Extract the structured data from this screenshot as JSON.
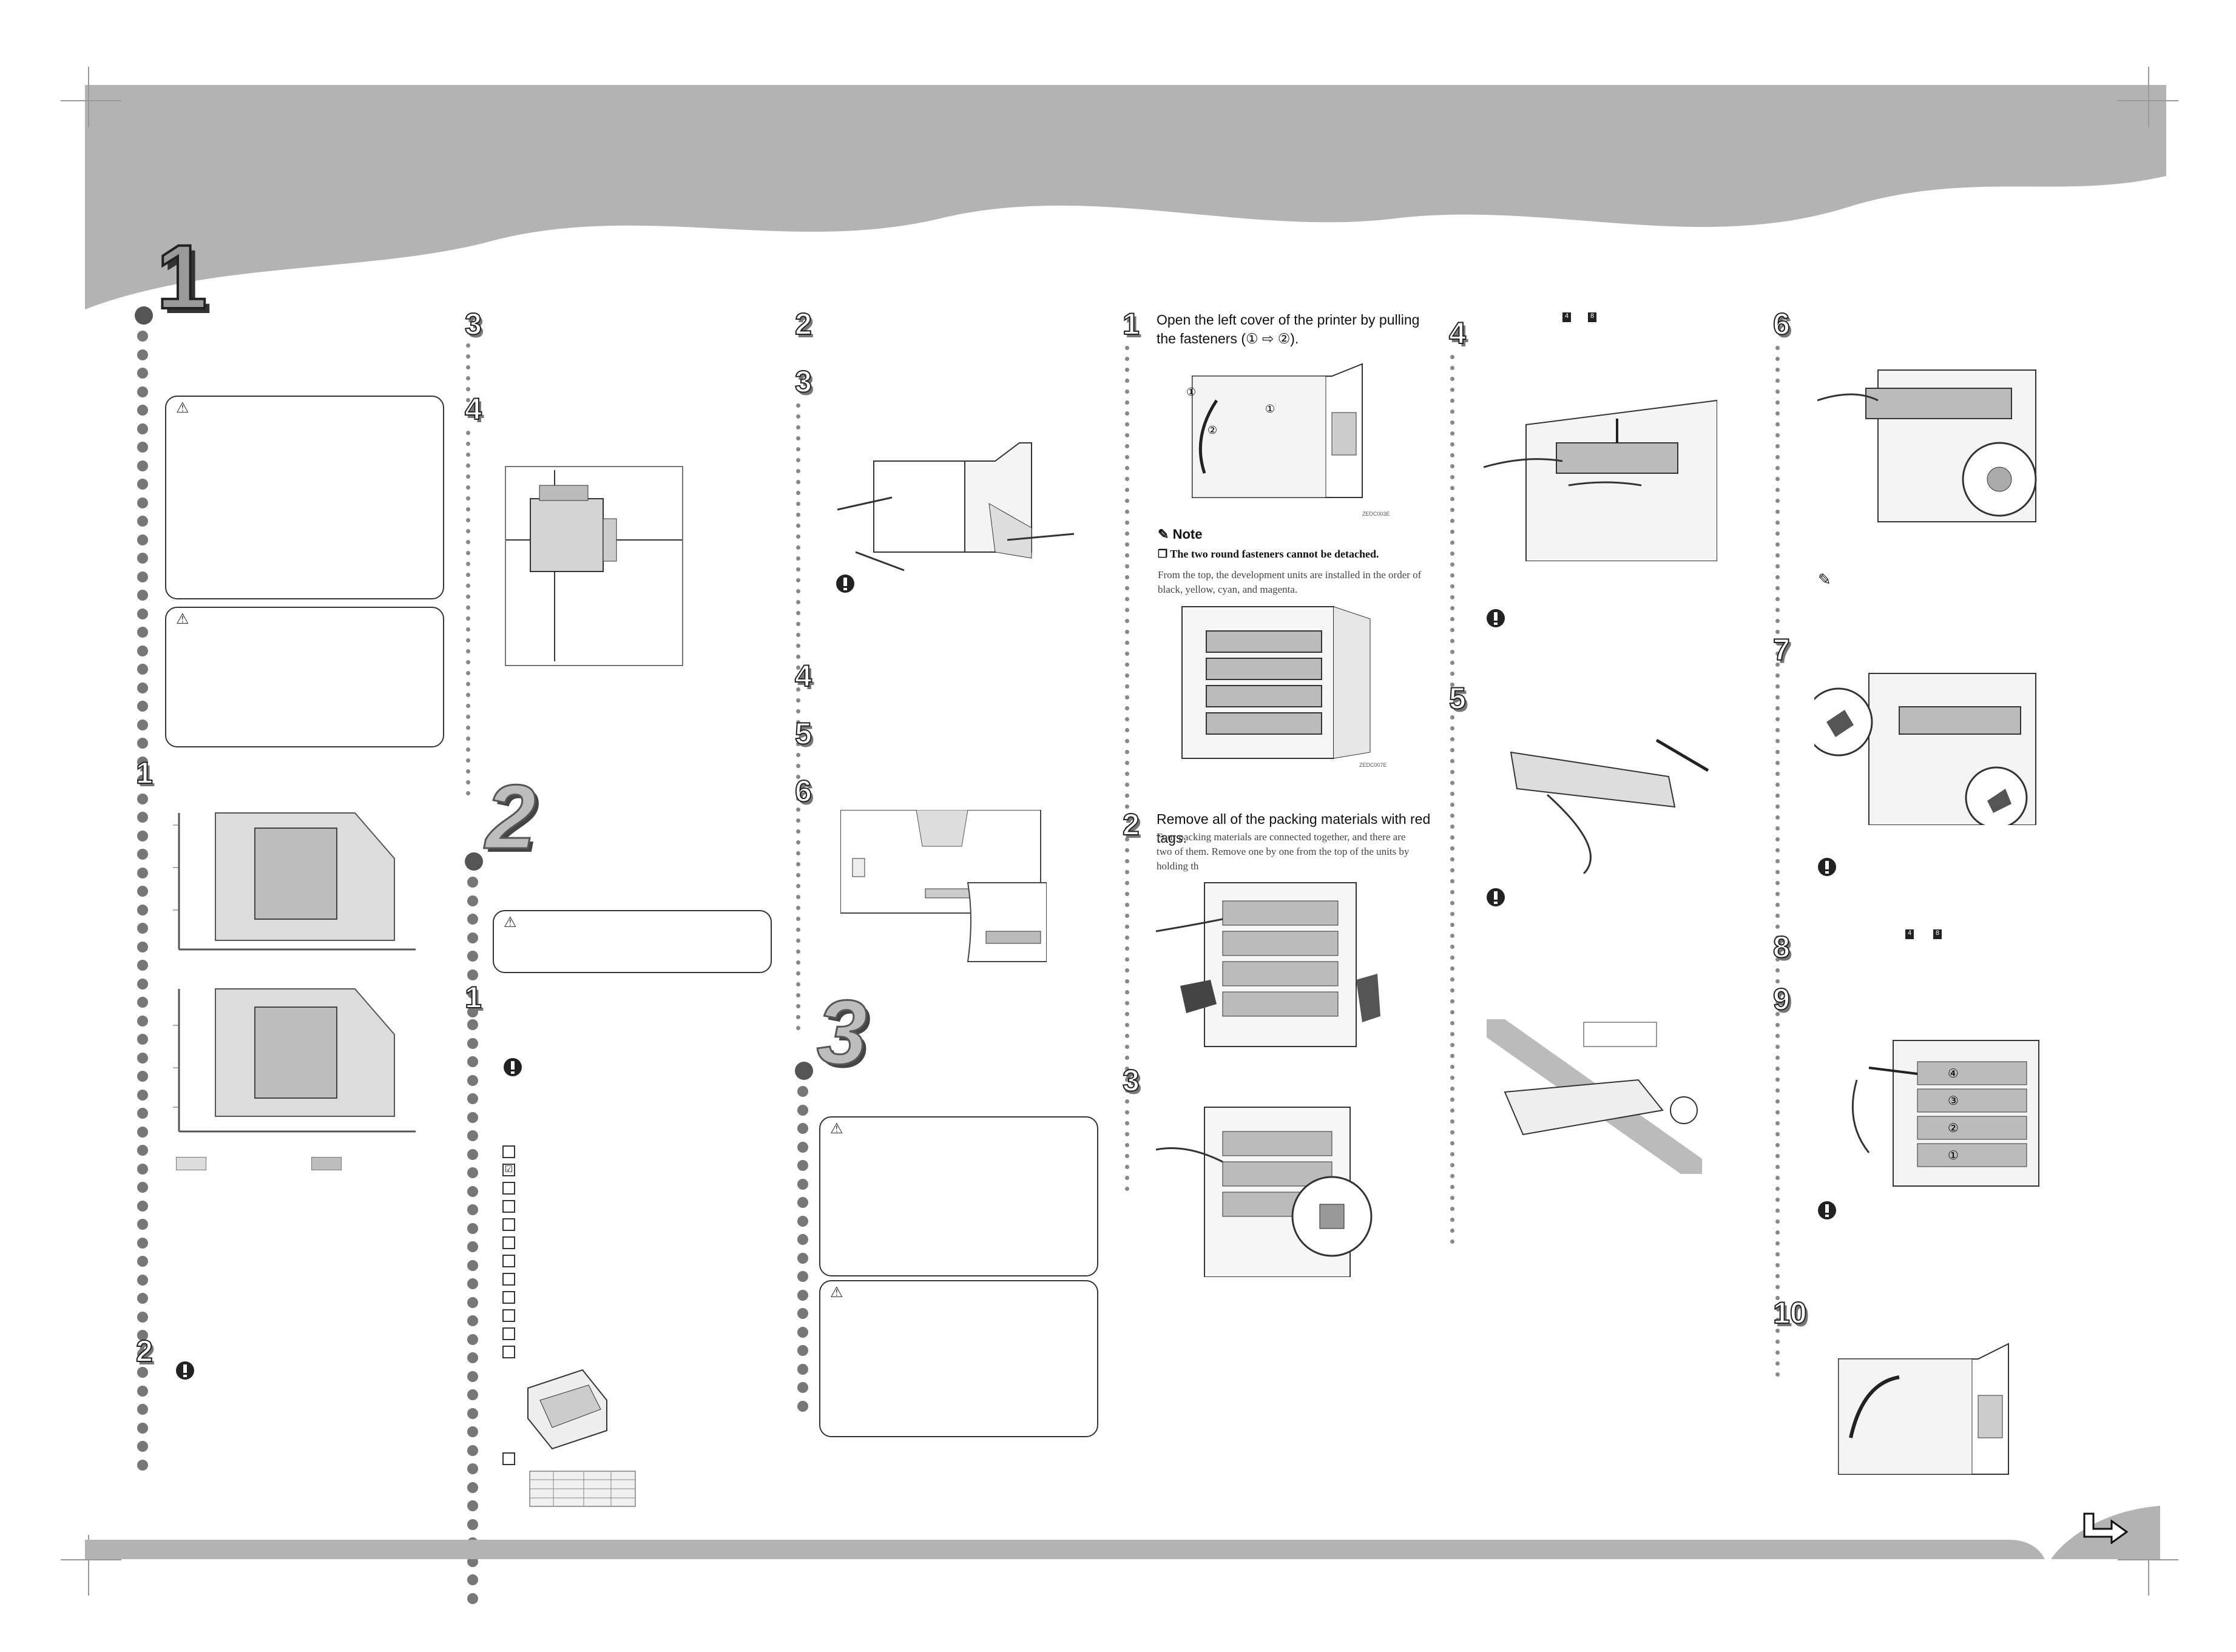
{
  "header": {
    "chapter_number": "1",
    "band_color": "#b3b3b3"
  },
  "columns": {
    "col1": {
      "steps": [
        "1",
        "2"
      ]
    },
    "col2": {
      "steps": [
        "3",
        "4",
        "1"
      ],
      "section_number": "2"
    },
    "col3": {
      "steps": [
        "2",
        "3",
        "4",
        "5",
        "6"
      ],
      "section_number": "3"
    },
    "col4": {
      "step1": {
        "number": "1",
        "text": "Open the left cover of the printer by pulling the fasteners (① ⇨ ②).",
        "fig_code": "ZEDC003E"
      },
      "note": {
        "title": "Note",
        "item": "❒ The two round fasteners cannot be detached.",
        "body": "From the top, the development units are installed in the order of black, yellow, cyan, and magenta.",
        "fig_code": "ZEDC007E"
      },
      "step2": {
        "number": "2",
        "text": "Remove all of the packing materials with red tags.",
        "body": "Four packing materials are connected together, and there are two of them. Remove one by one from the top of the units by holding th"
      },
      "step3": {
        "number": "3"
      }
    },
    "col5": {
      "steps": [
        "4",
        "5"
      ]
    },
    "col6": {
      "steps": [
        "6",
        "7",
        "8",
        "9",
        "10"
      ]
    }
  },
  "checklist_mark": "☑",
  "callouts": [
    "①",
    "②",
    "③",
    "④"
  ],
  "footer": {
    "arrow_icon": "next-page-arrow",
    "band_color": "#b3b3b3"
  }
}
